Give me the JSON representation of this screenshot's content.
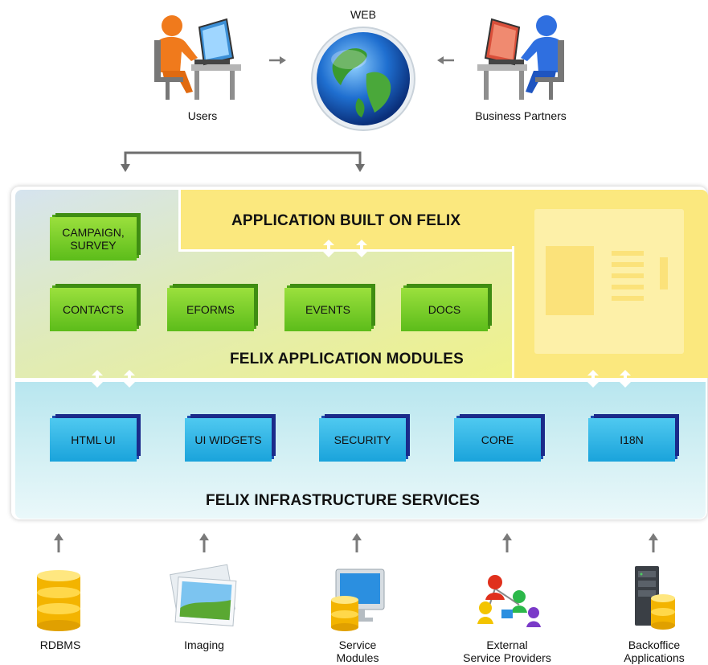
{
  "top": {
    "web_label": "WEB",
    "users_label": "Users",
    "partners_label": "Business Partners"
  },
  "framework": {
    "app_title": "APPLICATION BUILT ON FELIX",
    "modules_title": "FELIX APPLICATION MODULES",
    "infra_title": "FELIX INFRASTRUCTURE SERVICES",
    "modules": {
      "campaign": [
        "CAMPAIGN,",
        "SURVEY"
      ],
      "contacts": "CONTACTS",
      "eforms": "EFORMS",
      "events": "EVENTS",
      "docs": "DOCS"
    },
    "services": {
      "html_ui": "HTML UI",
      "ui_widgets": "UI WIDGETS",
      "security": "SECURITY",
      "core": "CORE",
      "i18n": "I18N"
    }
  },
  "bottom": {
    "rdbms": "RDBMS",
    "imaging": "Imaging",
    "service_modules": [
      "Service",
      "Modules"
    ],
    "external": [
      "External",
      "Service Providers"
    ],
    "backoffice": [
      "Backoffice",
      "Applications"
    ]
  },
  "colors": {
    "module_green": "#5cbc1a",
    "service_blue": "#1aa3db",
    "app_yellow": "#fbe87e",
    "infra_cyan": "#b8e6ef"
  }
}
